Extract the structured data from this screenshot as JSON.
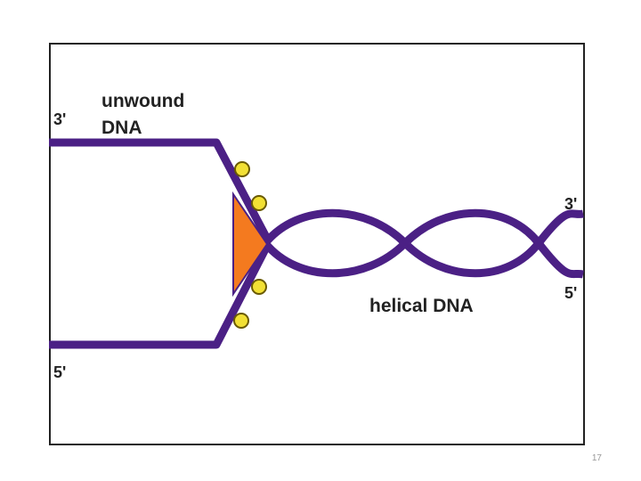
{
  "labels": {
    "unwound_line1": "unwound",
    "unwound_line2": "DNA",
    "helical": "helical DNA",
    "left_top_end": "3'",
    "left_bottom_end": "5'",
    "right_top_end": "3'",
    "right_bottom_end": "5'"
  },
  "slide_number": "17",
  "colors": {
    "strand": "#4b2085",
    "helicase_fill": "#f47a1f",
    "helicase_stroke": "#4b2085",
    "protein_fill": "#f2e035",
    "protein_stroke": "#6a5a00",
    "frame": "#222222"
  }
}
